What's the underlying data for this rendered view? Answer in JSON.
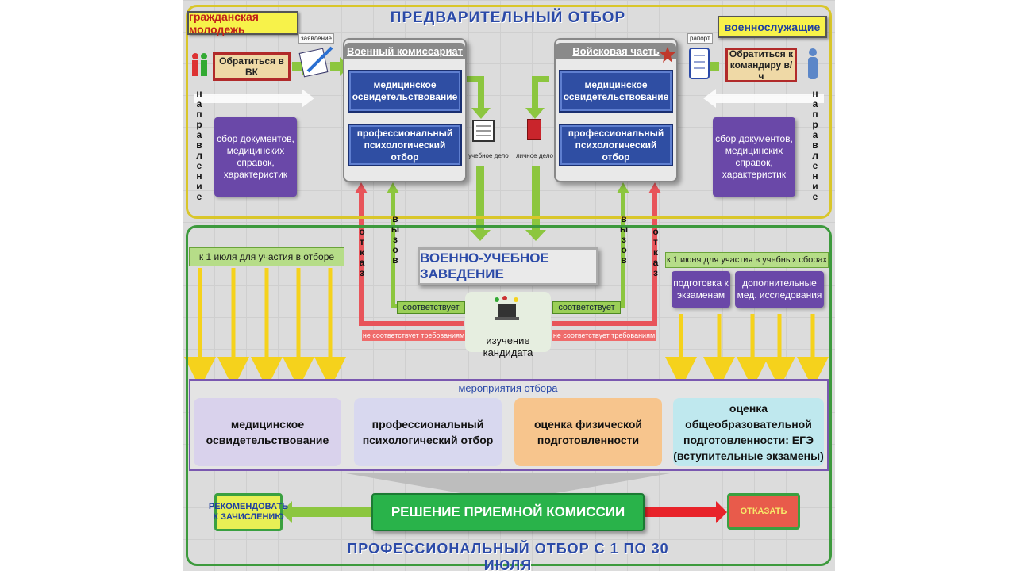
{
  "preliminary": {
    "title": "ПРЕДВАРИТЕЛЬНЫЙ ОТБОР",
    "civilian_label": "гражданская молодежь",
    "military_label": "военнослужащие",
    "apply_vk": "Обратиться в ВК",
    "apply_commander": "Обратиться к командиру в/ч",
    "statement": "заявление",
    "report": "рапорт",
    "direction_vertical": "направление",
    "docs_left": "сбор документов, медицинских справок, характеристик",
    "docs_right": "сбор документов, медицинских справок, характеристик"
  },
  "commissariat": {
    "title": "Военный комиссариат",
    "item1": "медицинское освидетельствование",
    "item2": "профессиональный психологический отбор"
  },
  "unit": {
    "title": "Войсковая часть",
    "item1": "медицинское освидетельствование",
    "item2": "профессиональный психологический отбор"
  },
  "files": {
    "study_file": "учебное дело",
    "personal_file": "личное дело"
  },
  "center": {
    "refusal_vertical": "отказ",
    "call_vertical": "вызов",
    "institution": "ВОЕННО-УЧЕБНОЕ ЗАВЕДЕНИЕ",
    "matches": "соответствует",
    "not_matches": "не соответствует требованиям",
    "study": "изучение кандидата"
  },
  "deadlines": {
    "left": "к 1 июля для участия в отборе",
    "right": "к 1 июня для участия в учебных сборах",
    "prep": "подготовка к экзаменам",
    "extra_med": "дополнительные мед. исследования"
  },
  "events": {
    "title": "мероприятия отбора",
    "med": "медицинское освидетельствование",
    "psych": "профессиональный психологический отбор",
    "phys": "оценка физической подготовленности",
    "edu": "оценка общеобразовательной подготовленности: ЕГЭ (вступительные экзамены)"
  },
  "decision": {
    "title": "РЕШЕНИЕ ПРИЕМНОЙ КОМИССИИ",
    "recommend": "РЕКОМЕНДОВАТЬ К ЗАЧИСЛЕНИЮ",
    "refuse": "ОТКАЗАТЬ"
  },
  "bottom_title": "ПРОФЕССИОНАЛЬНЫЙ ОТБОР С 1 ПО 30 ИЮЛЯ",
  "colors": {
    "yellow_arrow": "#f5d21c",
    "green_arrow": "#8cc63f",
    "red_arrow": "#e8545a",
    "frame_yellow": "#d9c62a",
    "frame_green": "#3d9a3d"
  }
}
